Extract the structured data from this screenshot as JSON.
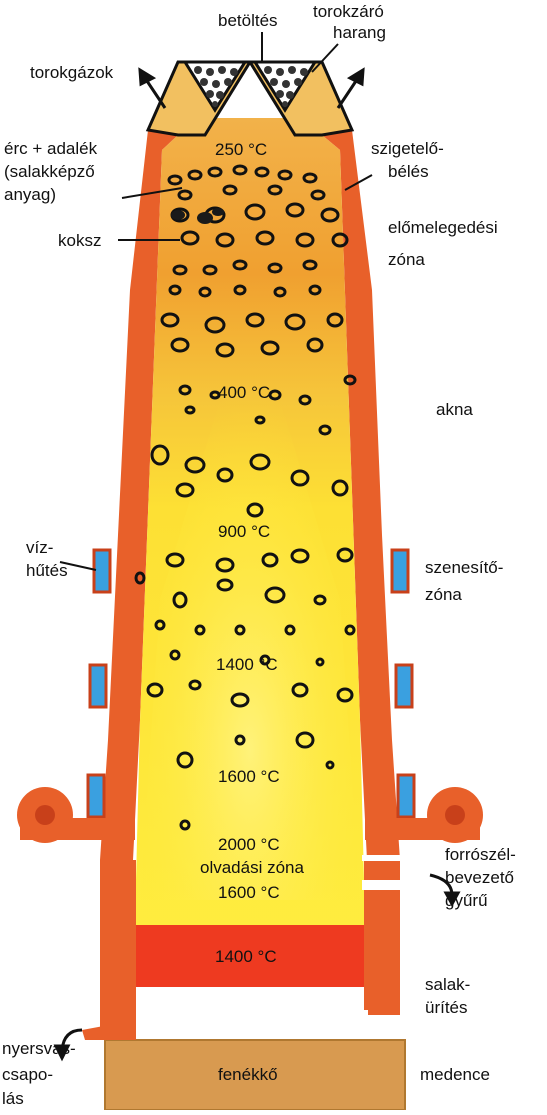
{
  "labels": {
    "charging": "betöltés",
    "bell": [
      "torokzáró",
      "harang"
    ],
    "top_gas": "torokgázok",
    "ore": [
      "érc + adalék",
      "(salakképző",
      "anyag)"
    ],
    "lining": [
      "szigetelő-",
      "bélés"
    ],
    "coke": "koksz",
    "preheat": [
      "előmelegedési",
      "zóna"
    ],
    "shaft": "akna",
    "water": [
      "víz-",
      "hűtés"
    ],
    "carbur": [
      "szenesítő-",
      "zóna"
    ],
    "tuyere": [
      "forrószél-",
      "bevezető",
      "gyűrű"
    ],
    "slag": [
      "salak-",
      "ürítés"
    ],
    "iron": [
      "nyersvas-",
      "csapo-",
      "lás"
    ],
    "hearth": "medence",
    "bottom": "fenékkő"
  },
  "temperatures": {
    "t250": "250 °C",
    "t400": "400 °C",
    "t900": "900 °C",
    "t1400a": "1400 °C",
    "t1600a": "1600 °C",
    "t2000": "2000 °C",
    "melt": "olvadási zóna",
    "t1600b": "1600 °C",
    "t1400b": "1400 °C"
  },
  "colors": {
    "wall": "#e8602a",
    "wall_dark": "#c8401a",
    "preheat": "#f0a030",
    "hot": "#ffee30",
    "melt_red": "#ee3a20",
    "base": "#d89a50",
    "water": "#3aa0e0"
  }
}
